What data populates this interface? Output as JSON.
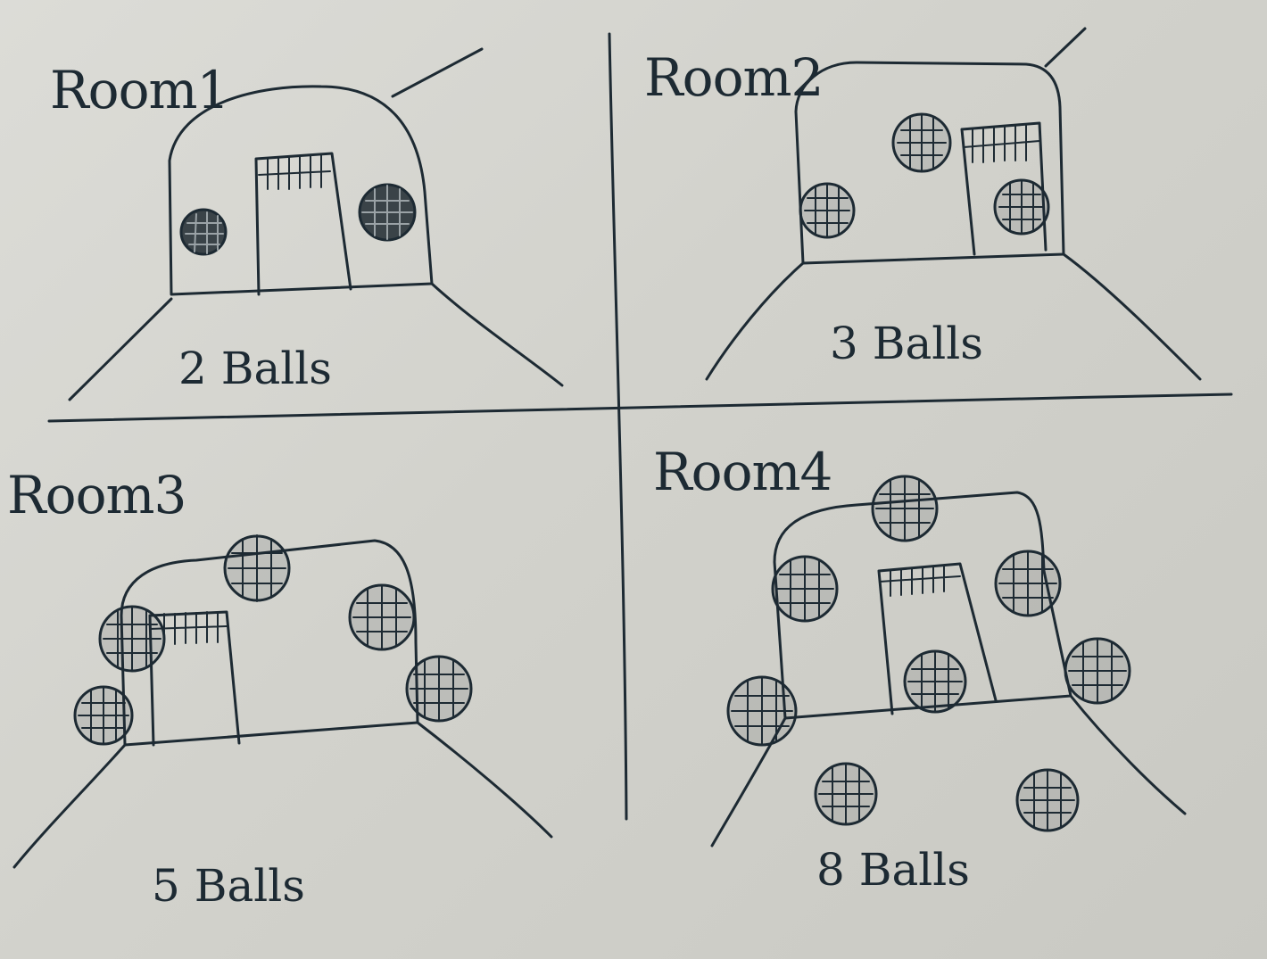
{
  "rooms": [
    {
      "title": "Room1",
      "count_label": "2 Balls",
      "balls": 2
    },
    {
      "title": "Room2",
      "count_label": "3 Balls",
      "balls": 3
    },
    {
      "title": "Room3",
      "count_label": "5 Balls",
      "balls": 5
    },
    {
      "title": "Room4",
      "count_label": "8 Balls",
      "balls": 8
    }
  ]
}
